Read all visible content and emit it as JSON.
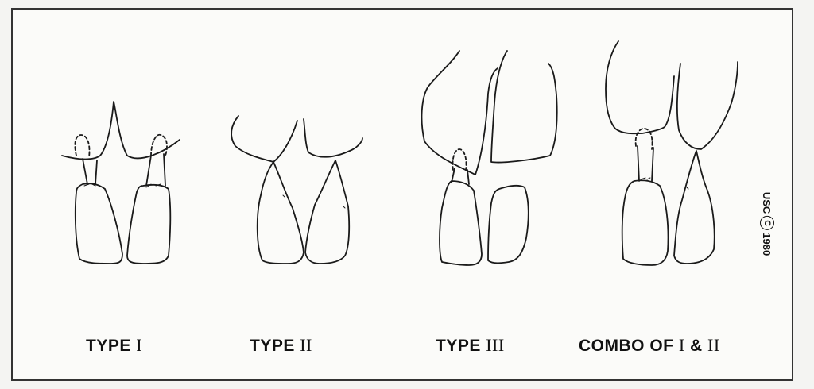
{
  "labels": {
    "type1": {
      "prefix": "TYPE",
      "numeral": "I"
    },
    "type2": {
      "prefix": "TYPE",
      "numeral": "II"
    },
    "type3": {
      "prefix": "TYPE",
      "numeral": "III"
    },
    "combo": {
      "prefix": "COMBO OF",
      "numeral": "I",
      "joiner": "&",
      "numeral2": "II"
    }
  },
  "copyright": {
    "owner": "USC",
    "symbol": "C",
    "year": "1980"
  },
  "colors": {
    "line": "#1a1a1a",
    "background": "#fbfbf9"
  }
}
